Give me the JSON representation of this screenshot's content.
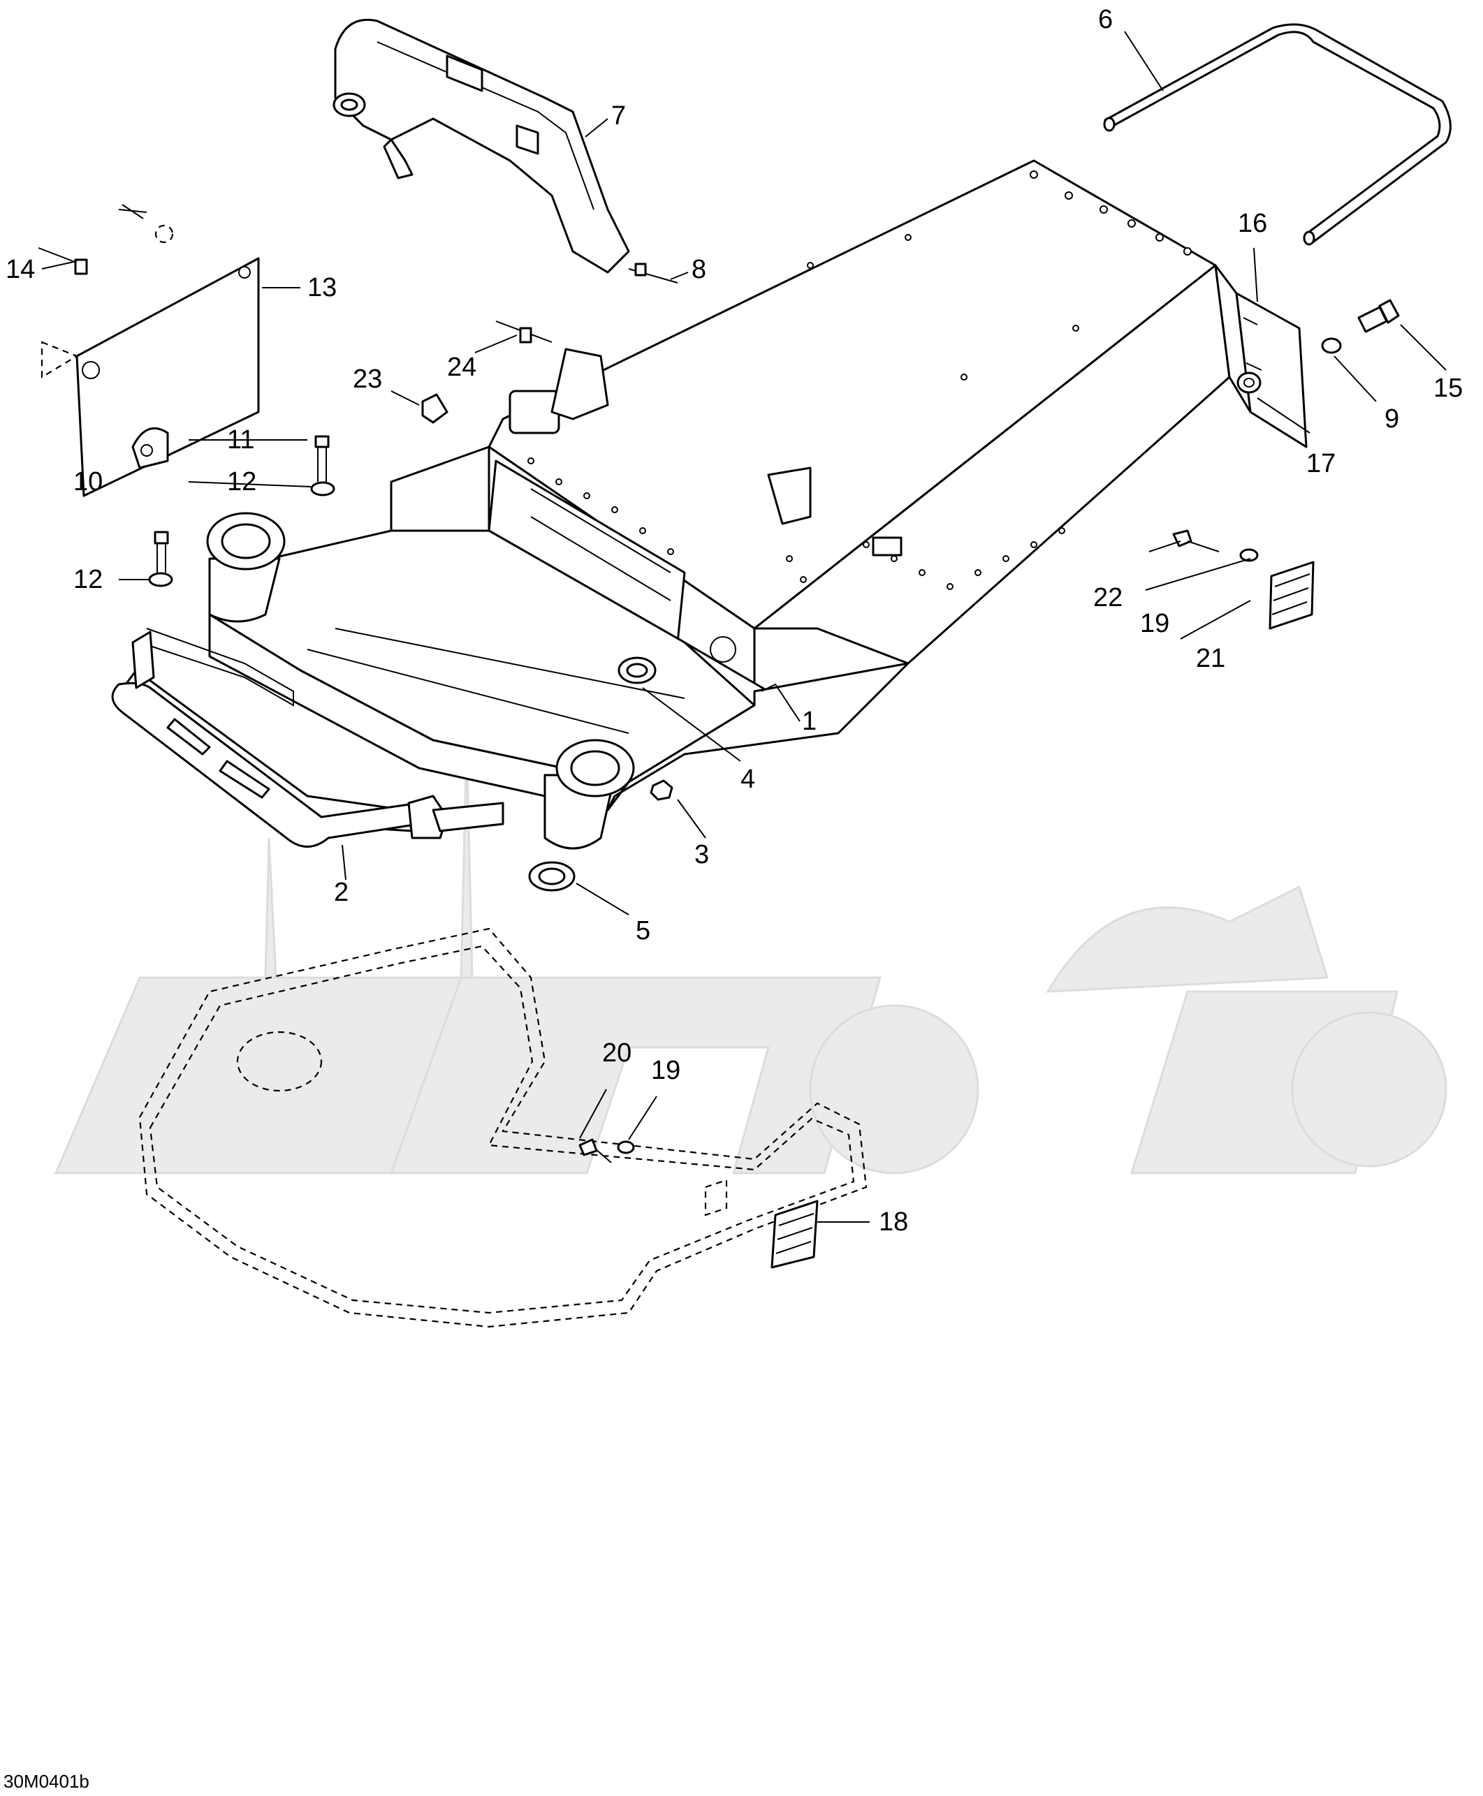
{
  "diagram_code": "30M0401b",
  "callouts": {
    "c1": "1",
    "c2": "2",
    "c3": "3",
    "c4": "4",
    "c5": "5",
    "c6": "6",
    "c7": "7",
    "c8": "8",
    "c9": "9",
    "c10": "10",
    "c11": "11",
    "c12a": "12",
    "c12b": "12",
    "c13": "13",
    "c14": "14",
    "c15": "15",
    "c16": "16",
    "c17": "17",
    "c18": "18",
    "c19a": "19",
    "c19b": "19",
    "c20": "20",
    "c21": "21",
    "c22": "22",
    "c23": "23",
    "c24": "24"
  }
}
